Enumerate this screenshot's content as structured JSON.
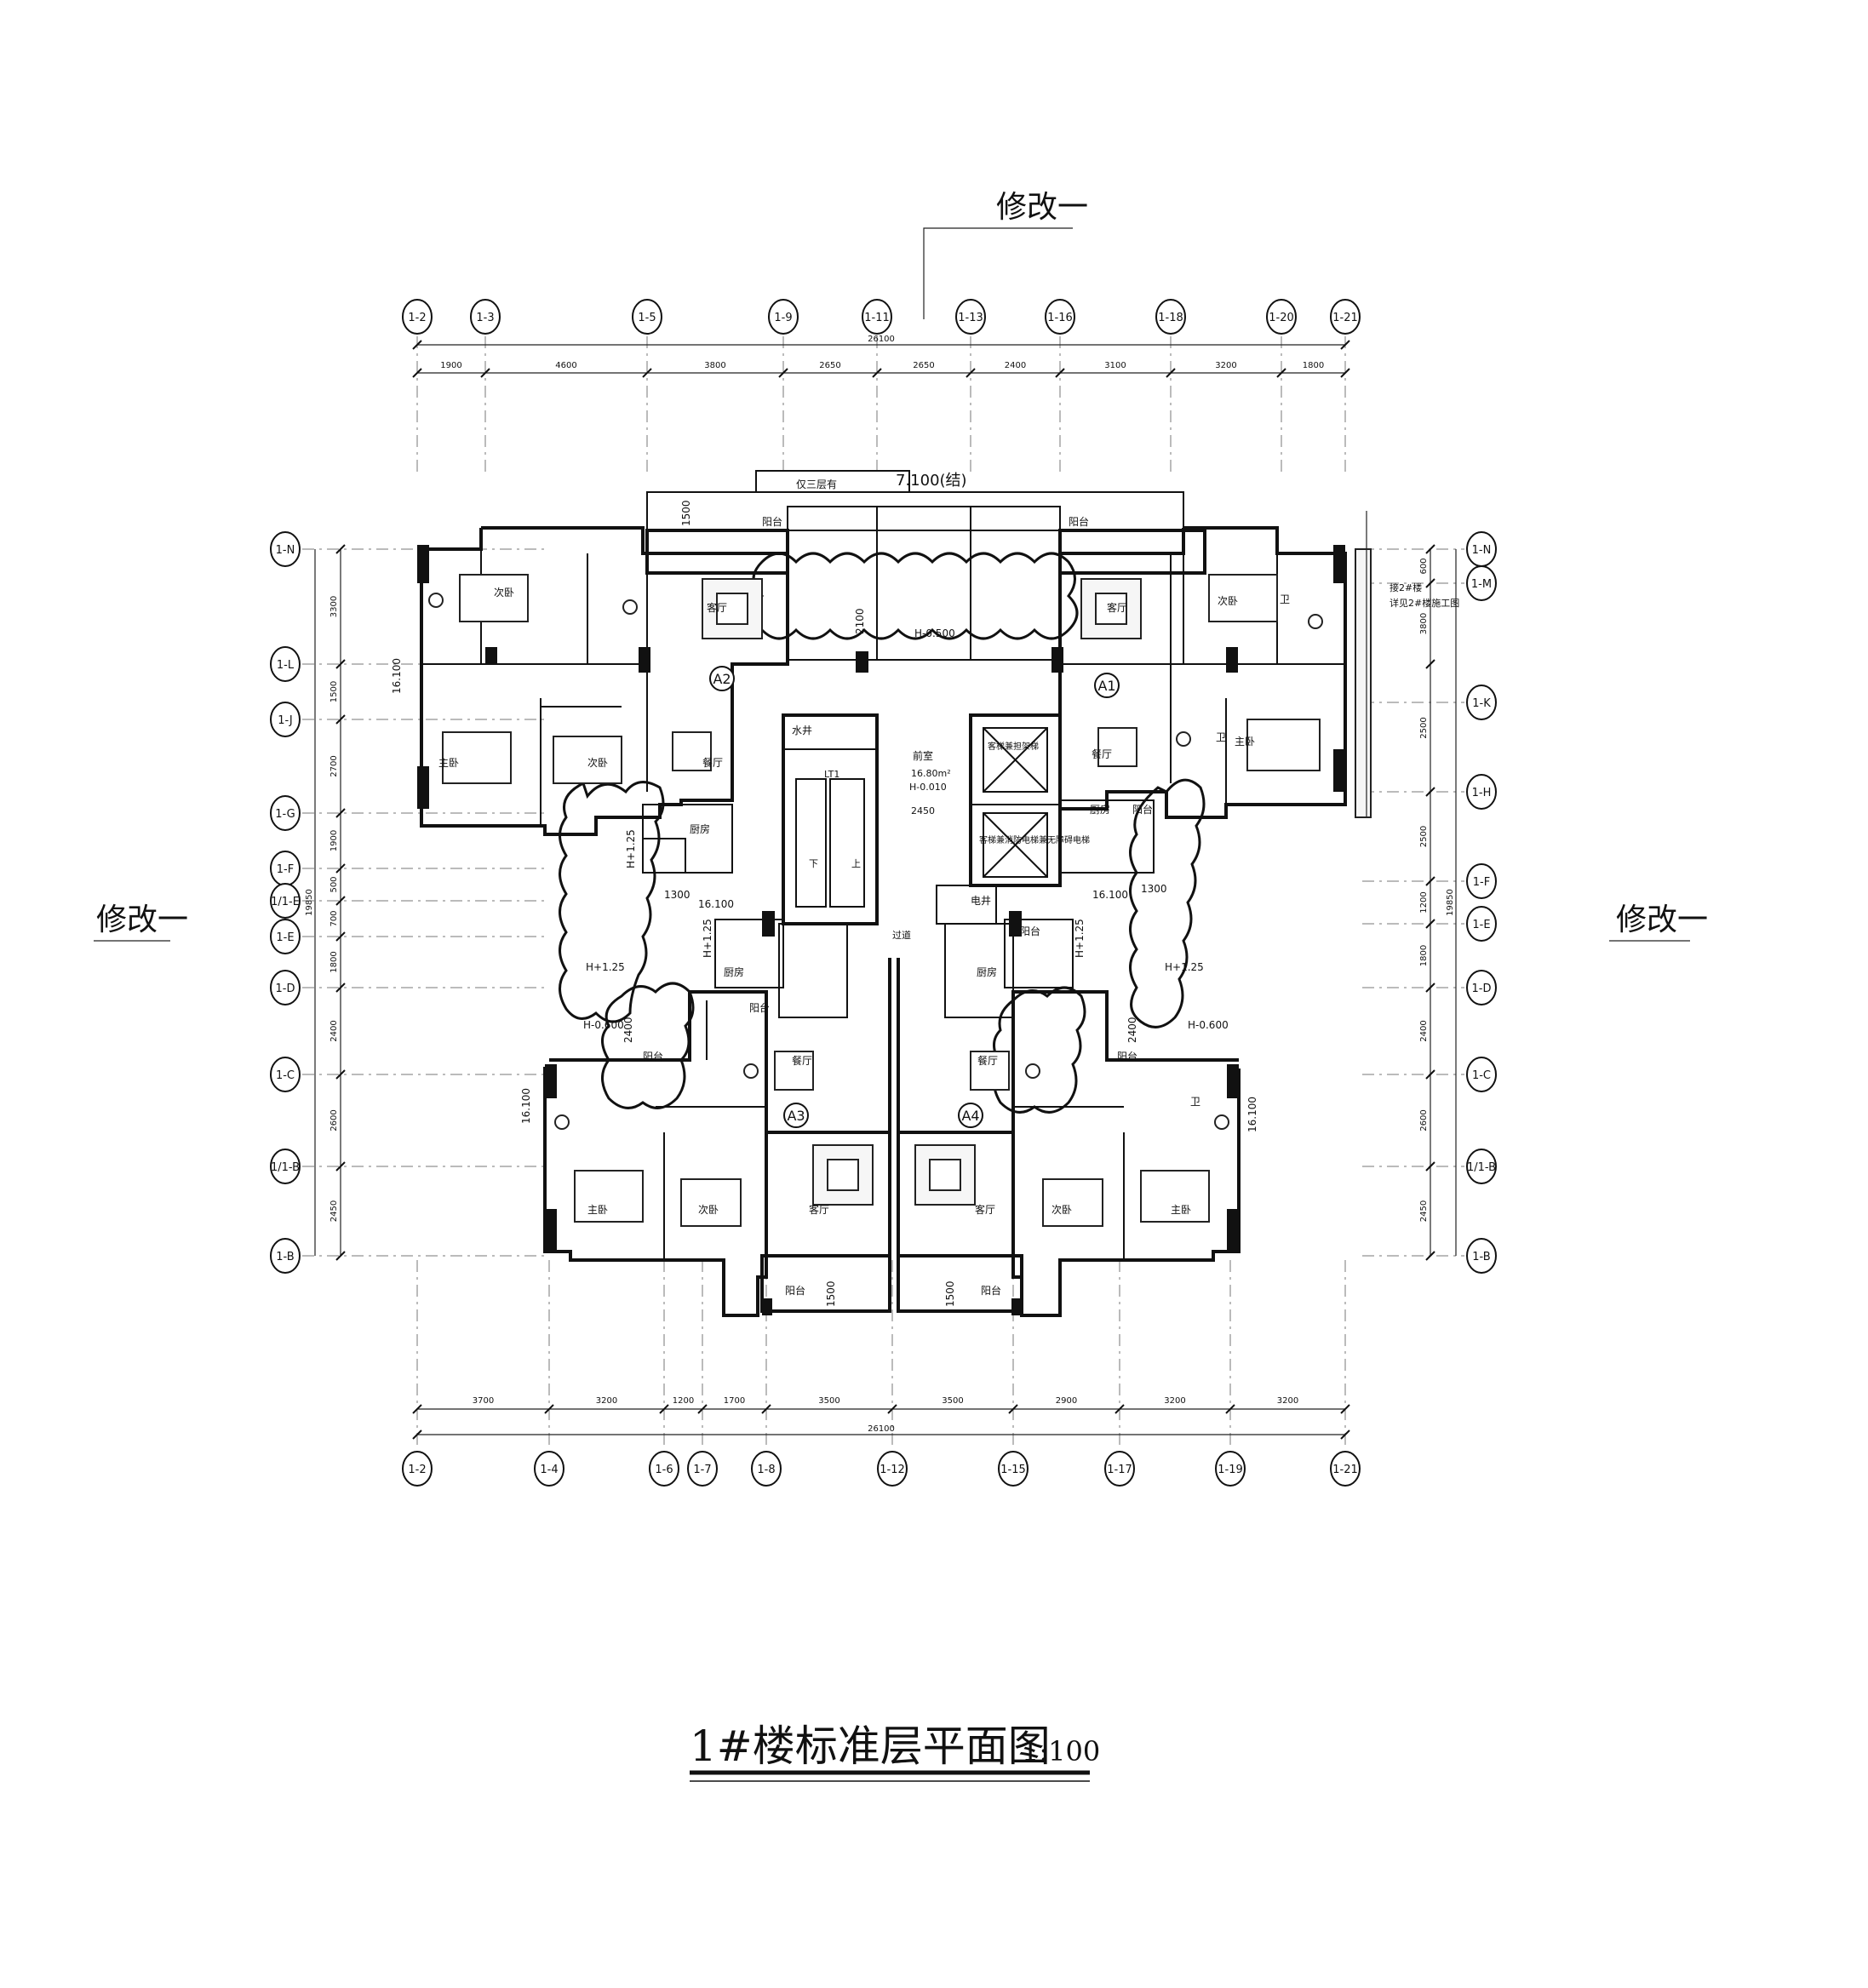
{
  "title": {
    "text": "1#楼标准层平面图",
    "scale": "1:100"
  },
  "revision_tags": {
    "top": "修改一",
    "left": "修改一",
    "right": "修改一"
  },
  "grid_top": [
    "1-2",
    "1-3",
    "1-5",
    "1-9",
    "1-11",
    "1-13",
    "1-16",
    "1-18",
    "1-20",
    "1-21"
  ],
  "grid_bottom": [
    "1-2",
    "1-4",
    "1-6",
    "1-7",
    "1-8",
    "1-12",
    "1-15",
    "1-17",
    "1-19",
    "1-21"
  ],
  "grid_left": [
    "1-N",
    "1-L",
    "1-J",
    "1-G",
    "1-F",
    "1/1-E",
    "1-E",
    "1-D",
    "1-C",
    "1/1-B",
    "1-B"
  ],
  "grid_right": [
    "1-N",
    "1-M",
    "1-K",
    "1-H",
    "1-F",
    "1-E",
    "1-D",
    "1-C",
    "1/1-B",
    "1-B"
  ],
  "dims_top": {
    "total": "26100",
    "segments": [
      "1900",
      "4600",
      "3800",
      "2650",
      "2650",
      "2400",
      "3100",
      "3200",
      "1800"
    ]
  },
  "dims_bottom": {
    "total": "26100",
    "segments": [
      "3700",
      "3200",
      "1200",
      "1700",
      "3500",
      "3500",
      "2900",
      "3200",
      "3200"
    ]
  },
  "dims_left": {
    "total": "19850",
    "segments": [
      "3300",
      "1500",
      "2700",
      "1900",
      "500",
      "700",
      "1800",
      "2400",
      "2600",
      "2450"
    ]
  },
  "dims_right": {
    "total": "19850",
    "segments": [
      "600",
      "3800",
      "2500",
      "2500",
      "1200",
      "1800",
      "2400",
      "2600",
      "2450"
    ]
  },
  "top_notes": {
    "roof_note": "仅三层有",
    "elevation": "7.100(结)"
  },
  "units": [
    "A2",
    "A1",
    "A3",
    "A4"
  ],
  "room_labels": {
    "bedroom": "次卧",
    "master": "主卧",
    "living": "客厅",
    "dining": "餐厅",
    "kitchen": "厨房",
    "balcony": "阳台",
    "bath": "卫",
    "water_shaft": "水井",
    "elec_shaft": "电井",
    "lobby": "前室",
    "lobby_area": "16.80m²",
    "lobby_level": "H-0.010",
    "lobby_width": "2450",
    "stair": "LT1",
    "corridor": "过道",
    "elevator1": "客梯兼担架梯",
    "elevator2": "客梯兼消防电梯兼无障碍电梯",
    "down": "下",
    "up": "上"
  },
  "level_notes": {
    "level_1": "16.100",
    "h_plus": "H+1.25",
    "h_minus_600": "H-0.600",
    "h_minus_500": "H-0.500",
    "dim_1300": "1300",
    "dim_1500": "1500",
    "dim_2400": "2400",
    "dim_2100": "2100"
  },
  "side_note": {
    "line1": "接2#楼",
    "line2": "详见2#楼施工图"
  }
}
